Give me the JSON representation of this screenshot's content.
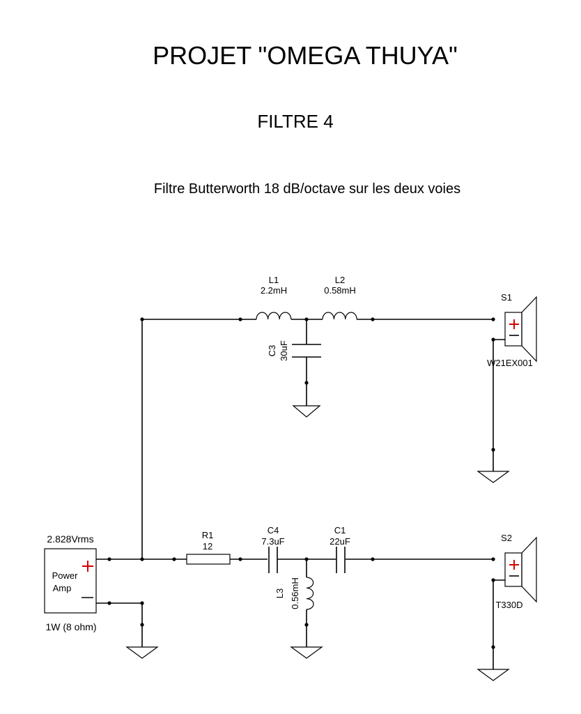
{
  "title": "PROJET  \"OMEGA THUYA\"",
  "subtitle": "FILTRE  4",
  "description": "Filtre Butterworth 18 dB/octave sur les deux voies",
  "source": {
    "voltage": "2.828Vrms",
    "label_line1": "Power",
    "label_line2": "Amp",
    "power": "1W (8 ohm)"
  },
  "components": {
    "L1": {
      "ref": "L1",
      "value": "2.2mH"
    },
    "L2": {
      "ref": "L2",
      "value": "0.58mH"
    },
    "C3": {
      "ref": "C3",
      "value": "30uF"
    },
    "R1": {
      "ref": "R1",
      "value": "12"
    },
    "C4": {
      "ref": "C4",
      "value": "7.3uF"
    },
    "C1": {
      "ref": "C1",
      "value": "22uF"
    },
    "L3": {
      "ref": "L3",
      "value": "0.56mH"
    }
  },
  "speakers": {
    "S1": {
      "ref": "S1",
      "model": "W21EX001"
    },
    "S2": {
      "ref": "S2",
      "model": "T330D"
    }
  },
  "colors": {
    "polarity": "#d40000",
    "ink": "#000000"
  }
}
